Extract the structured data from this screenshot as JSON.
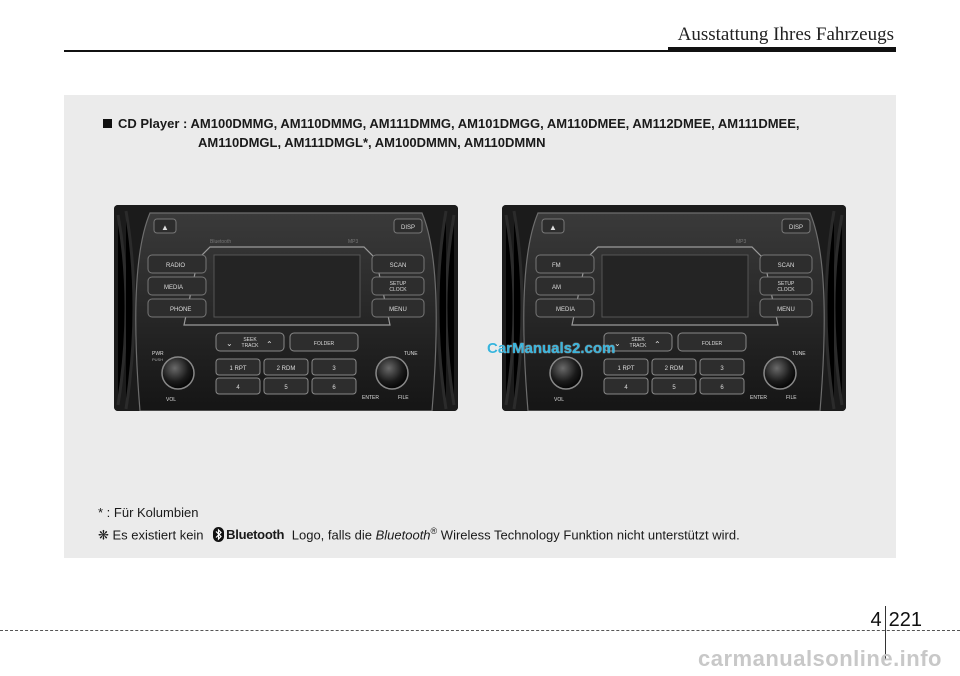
{
  "header": {
    "title": "Ausstattung Ihres Fahrzeugs"
  },
  "models": {
    "label": "CD Player :",
    "line1": "AM100DMMG, AM110DMMG, AM111DMMG, AM101DMGG, AM110DMEE, AM112DMEE, AM111DMEE,",
    "line2": "AM110DMGL, AM111DMGL*, AM100DMMN, AM110DMMN"
  },
  "radio_left": {
    "buttons": {
      "eject": "▲",
      "disp": "DISP",
      "b1": "RADIO",
      "b2": "MEDIA",
      "b3": "PHONE",
      "scan": "SCAN",
      "setup1": "SETUP",
      "setup2": "CLOCK",
      "menu": "MENU",
      "seek1": "SEEK",
      "seek2": "TRACK",
      "folder": "FOLDER",
      "p1": "1  RPT",
      "p2": "2  RDM",
      "p3": "3",
      "p4": "4",
      "p5": "5",
      "p6": "6",
      "pwr": "PWR",
      "push": "PUSH",
      "vol": "VOL",
      "tune": "TUNE",
      "enter": "ENTER",
      "file": "FILE",
      "bt": "Bluetooth",
      "mp3": "MP3"
    }
  },
  "radio_right": {
    "buttons": {
      "eject": "▲",
      "disp": "DISP",
      "b1": "FM",
      "b2": "AM",
      "b3": "MEDIA",
      "scan": "SCAN",
      "setup1": "SETUP",
      "setup2": "CLOCK",
      "menu": "MENU",
      "seek1": "SEEK",
      "seek2": "TRACK",
      "folder": "FOLDER",
      "p1": "1  RPT",
      "p2": "2  RDM",
      "p3": "3",
      "p4": "4",
      "p5": "5",
      "p6": "6",
      "pwr": "",
      "push": "",
      "vol": "VOL",
      "tune": "TUNE",
      "enter": "ENTER",
      "file": "FILE",
      "bt": "",
      "mp3": "MP3"
    }
  },
  "watermark_mid": "CarManuals2.com",
  "footnotes": {
    "kolumbien": "* : Für Kolumbien",
    "prefix": "❋ Es existiert kein",
    "bt_word": "Bluetooth",
    "middle": "Logo, falls die",
    "bt_italic": "Bluetooth",
    "reg": "®",
    "suffix": " Wireless Technology Funktion nicht unterstützt wird."
  },
  "page": {
    "chapter": "4",
    "number": "221"
  },
  "watermark_bottom": "carmanualsonline.info"
}
